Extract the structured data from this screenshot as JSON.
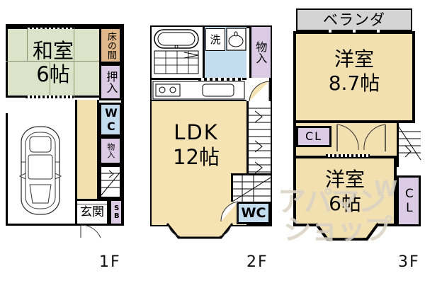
{
  "document": {
    "kind": "floor-plan",
    "background_color": "#ffffff",
    "line_color": "#000000"
  },
  "palette": {
    "tatami_green": "#dde3c8",
    "flooring_cream": "#f2e0b0",
    "ldk_cream": "#f5e3b4",
    "closet_purple": "#dccbe4",
    "water_blue": "#c3dcee",
    "tokonoma_tan": "#e0b88a",
    "veranda_gray": "#d4d4d4",
    "white": "#ffffff",
    "wall": "#000000"
  },
  "floors": [
    {
      "id": "1f",
      "label": "1F",
      "rooms": [
        {
          "name": "washitsu",
          "label_lines": [
            "和室",
            "6帖"
          ],
          "fill": "tatami_green"
        },
        {
          "name": "tokonoma",
          "label_lines": [
            "床の間"
          ],
          "fill": "tokonoma_tan",
          "orientation": "vertical"
        },
        {
          "name": "oshiire",
          "label_lines": [
            "押入"
          ],
          "fill": "closet_purple",
          "orientation": "vertical"
        },
        {
          "name": "wc",
          "label_lines": [
            "WC"
          ],
          "fill": "water_blue",
          "orientation": "vertical"
        },
        {
          "name": "mono-ire",
          "label_lines": [
            "物入"
          ],
          "fill": "closet_purple",
          "orientation": "vertical"
        },
        {
          "name": "genkan",
          "label_lines": [
            "玄関"
          ],
          "fill": "white"
        },
        {
          "name": "shoe-box",
          "label_lines": [
            "SB"
          ],
          "fill": "closet_purple",
          "orientation": "vertical"
        },
        {
          "name": "hallway",
          "label_lines": [],
          "fill": "flooring_cream"
        },
        {
          "name": "parking",
          "label_lines": [],
          "fill": "white"
        },
        {
          "name": "stairs",
          "label_lines": [],
          "fill": "white"
        }
      ]
    },
    {
      "id": "2f",
      "label": "2F",
      "rooms": [
        {
          "name": "ldk",
          "label_lines": [
            "LDK",
            "12帖"
          ],
          "fill": "ldk_cream"
        },
        {
          "name": "bathroom",
          "label_lines": [],
          "fill": "white"
        },
        {
          "name": "washroom",
          "label_lines": [
            "洗"
          ],
          "fill": "water_blue"
        },
        {
          "name": "mono-ire",
          "label_lines": [
            "物入"
          ],
          "fill": "closet_purple",
          "orientation": "vertical"
        },
        {
          "name": "wc",
          "label_lines": [
            "WC"
          ],
          "fill": "water_blue"
        },
        {
          "name": "kitchen",
          "label_lines": [],
          "fill": "ldk_cream"
        },
        {
          "name": "stairs",
          "label_lines": [],
          "fill": "white"
        }
      ]
    },
    {
      "id": "3f",
      "label": "3F",
      "rooms": [
        {
          "name": "veranda",
          "label_lines": [
            "ベランダ"
          ],
          "fill": "veranda_gray"
        },
        {
          "name": "yoshitsu-upper",
          "label_lines": [
            "洋室",
            "8.7帖"
          ],
          "fill": "flooring_cream"
        },
        {
          "name": "yoshitsu-lower",
          "label_lines": [
            "洋室",
            "6帖"
          ],
          "fill": "flooring_cream"
        },
        {
          "name": "closet-left",
          "label_lines": [
            "CL"
          ],
          "fill": "closet_purple"
        },
        {
          "name": "closet-right",
          "label_lines": [
            "CL"
          ],
          "fill": "closet_purple",
          "orientation": "vertical"
        },
        {
          "name": "hallway",
          "label_lines": [],
          "fill": "flooring_cream"
        },
        {
          "name": "stairs",
          "label_lines": [],
          "fill": "white"
        }
      ]
    }
  ],
  "labels": {
    "washitsu_name": "和室",
    "washitsu_size": "6帖",
    "tokonoma": "床の間",
    "oshiire": "押入",
    "wc": "WC",
    "mono_ire": "物入",
    "genkan": "玄関",
    "sb": "SB",
    "ldk_name": "LDK",
    "ldk_size": "12帖",
    "sen": "洗",
    "veranda": "ベランダ",
    "yoshitsu_name": "洋室",
    "yoshitsu_upper_size": "8.7帖",
    "yoshitsu_lower_size": "6帖",
    "cl": "CL",
    "floor_1f": "1F",
    "floor_2f": "2F",
    "floor_3f": "3F"
  },
  "watermark": {
    "line1": "アパマン",
    "line2": "ショップ",
    "mark": "W"
  }
}
